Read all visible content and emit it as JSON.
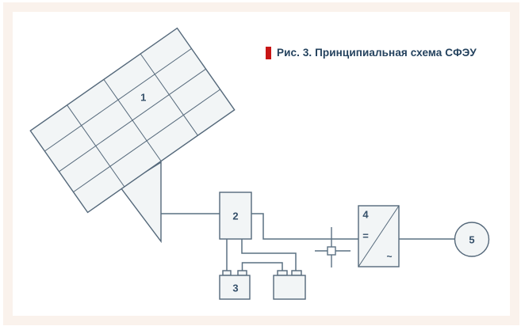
{
  "caption": {
    "text": "Рис. 3. Принципиальная схема СФЭУ"
  },
  "components": {
    "solar_panel": {
      "label": "1"
    },
    "charge_controller": {
      "label": "2"
    },
    "battery": {
      "label": "3"
    },
    "inverter": {
      "label": "4",
      "dc_symbol": "=",
      "ac_symbol": "~"
    },
    "load": {
      "label": "5"
    }
  },
  "colors": {
    "accent_red": "#c81515",
    "line": "#54687a",
    "shape_fill": "#f2f5f6",
    "frame_border": "#faf2ec",
    "caption_text": "#24425e"
  }
}
